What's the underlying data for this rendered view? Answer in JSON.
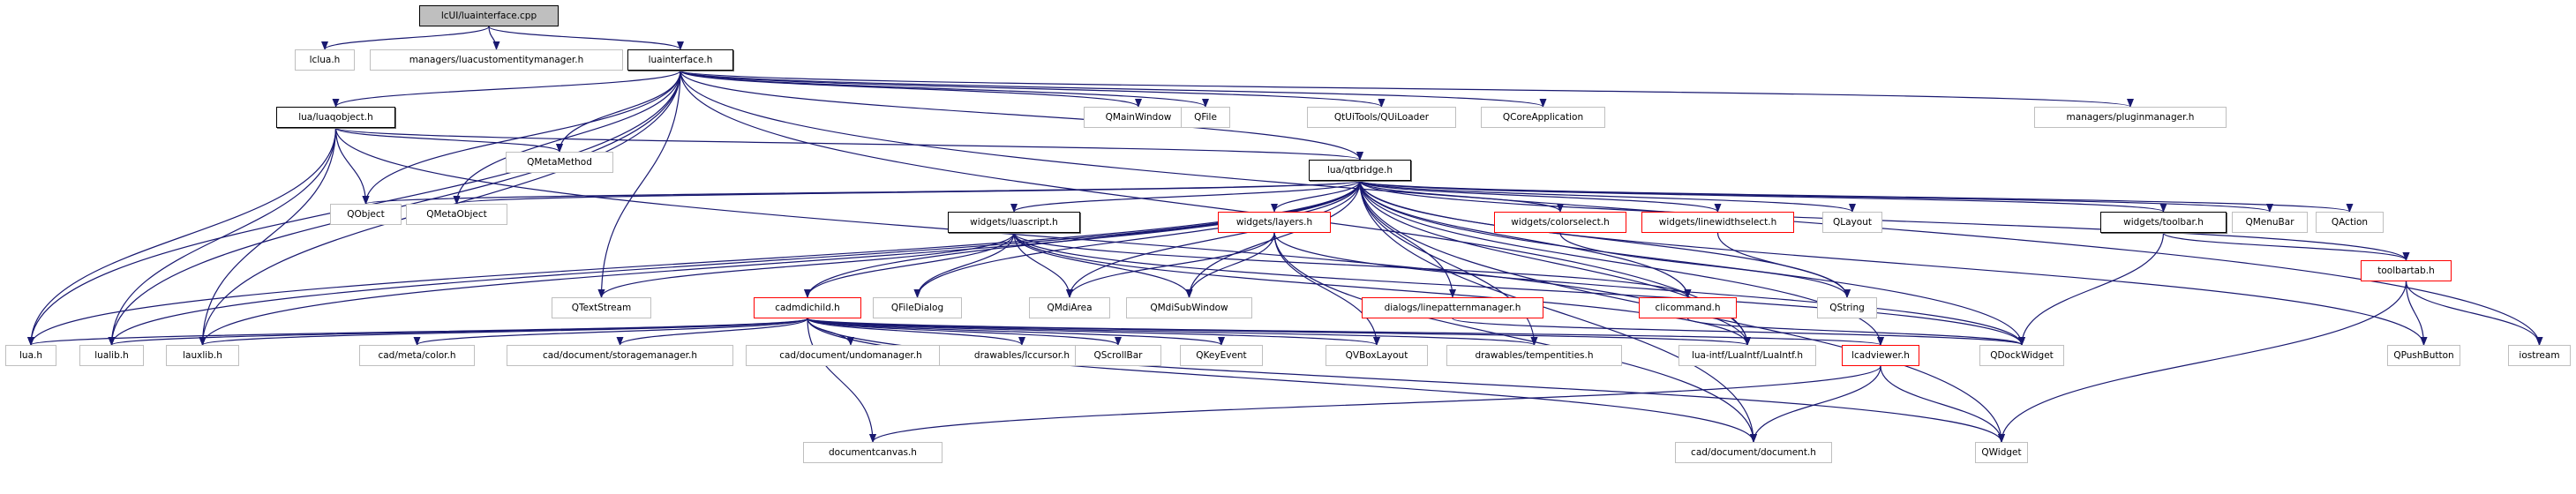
{
  "title": "lcUI/luainterface.cpp include dependency graph",
  "colors": {
    "edge": "#191970",
    "root_fill": "#bfbfbf",
    "documented_border": "#000000",
    "truncated_border": "#ff0000",
    "external_border": "#bfbfbf"
  },
  "nodes": [
    {
      "id": "root",
      "label": "lcUI/luainterface.cpp",
      "kind": "root"
    },
    {
      "id": "lclua",
      "label": "lclua.h",
      "kind": "external"
    },
    {
      "id": "luacem",
      "label": "managers/luacustomentitymanager.h",
      "kind": "external"
    },
    {
      "id": "luaif",
      "label": "luainterface.h",
      "kind": "documented"
    },
    {
      "id": "luaqobj",
      "label": "lua/luaqobject.h",
      "kind": "documented"
    },
    {
      "id": "qmainwin",
      "label": "QMainWindow",
      "kind": "external"
    },
    {
      "id": "qfile",
      "label": "QFile",
      "kind": "external"
    },
    {
      "id": "quiloader",
      "label": "QtUiTools/QUiLoader",
      "kind": "external"
    },
    {
      "id": "qcoreapp",
      "label": "QCoreApplication",
      "kind": "external"
    },
    {
      "id": "pluginmgr",
      "label": "managers/pluginmanager.h",
      "kind": "external"
    },
    {
      "id": "qmetamethod",
      "label": "QMetaMethod",
      "kind": "external"
    },
    {
      "id": "qtbridge",
      "label": "lua/qtbridge.h",
      "kind": "documented"
    },
    {
      "id": "qobject",
      "label": "QObject",
      "kind": "external"
    },
    {
      "id": "qmetaobject",
      "label": "QMetaObject",
      "kind": "external"
    },
    {
      "id": "luascript",
      "label": "widgets/luascript.h",
      "kind": "documented"
    },
    {
      "id": "layers",
      "label": "widgets/layers.h",
      "kind": "truncated"
    },
    {
      "id": "colorselect",
      "label": "widgets/colorselect.h",
      "kind": "truncated"
    },
    {
      "id": "linewidth",
      "label": "widgets/linewidthselect.h",
      "kind": "truncated"
    },
    {
      "id": "qlayout",
      "label": "QLayout",
      "kind": "external"
    },
    {
      "id": "toolbar",
      "label": "widgets/toolbar.h",
      "kind": "documented"
    },
    {
      "id": "qmenubar",
      "label": "QMenuBar",
      "kind": "external"
    },
    {
      "id": "qaction",
      "label": "QAction",
      "kind": "external"
    },
    {
      "id": "toolbartab",
      "label": "toolbartab.h",
      "kind": "truncated"
    },
    {
      "id": "qtextstream",
      "label": "QTextStream",
      "kind": "external"
    },
    {
      "id": "cadmdichild",
      "label": "cadmdichild.h",
      "kind": "truncated"
    },
    {
      "id": "qfiledialog",
      "label": "QFileDialog",
      "kind": "external"
    },
    {
      "id": "qmdiarea",
      "label": "QMdiArea",
      "kind": "external"
    },
    {
      "id": "qmdisub",
      "label": "QMdiSubWindow",
      "kind": "external"
    },
    {
      "id": "linepattern",
      "label": "dialogs/linepatternmanager.h",
      "kind": "truncated"
    },
    {
      "id": "clicommand",
      "label": "clicommand.h",
      "kind": "truncated"
    },
    {
      "id": "qstring",
      "label": "QString",
      "kind": "external"
    },
    {
      "id": "luah",
      "label": "lua.h",
      "kind": "external"
    },
    {
      "id": "lualib",
      "label": "lualib.h",
      "kind": "external"
    },
    {
      "id": "lauxlib",
      "label": "lauxlib.h",
      "kind": "external"
    },
    {
      "id": "color",
      "label": "cad/meta/color.h",
      "kind": "external"
    },
    {
      "id": "storage",
      "label": "cad/document/storagemanager.h",
      "kind": "external"
    },
    {
      "id": "undo",
      "label": "cad/document/undomanager.h",
      "kind": "external"
    },
    {
      "id": "lccursor",
      "label": "drawables/lccursor.h",
      "kind": "external"
    },
    {
      "id": "qscrollbar",
      "label": "QScrollBar",
      "kind": "external"
    },
    {
      "id": "qkeyevent",
      "label": "QKeyEvent",
      "kind": "external"
    },
    {
      "id": "qvbox",
      "label": "QVBoxLayout",
      "kind": "external"
    },
    {
      "id": "tempent",
      "label": "drawables/tempentities.h",
      "kind": "external"
    },
    {
      "id": "luaintf",
      "label": "lua-intf/LuaIntf/LuaIntf.h",
      "kind": "external"
    },
    {
      "id": "lcadviewer",
      "label": "lcadviewer.h",
      "kind": "truncated"
    },
    {
      "id": "qdockwidget",
      "label": "QDockWidget",
      "kind": "external"
    },
    {
      "id": "qpushbutton",
      "label": "QPushButton",
      "kind": "external"
    },
    {
      "id": "iostream",
      "label": "iostream",
      "kind": "external"
    },
    {
      "id": "doccanvas",
      "label": "documentcanvas.h",
      "kind": "external"
    },
    {
      "id": "document",
      "label": "cad/document/document.h",
      "kind": "external"
    },
    {
      "id": "qwidget",
      "label": "QWidget",
      "kind": "external"
    }
  ],
  "edges": [
    [
      "root",
      "lclua"
    ],
    [
      "root",
      "luacem"
    ],
    [
      "root",
      "luaif"
    ],
    [
      "luaif",
      "luaqobj"
    ],
    [
      "luaif",
      "qmainwin"
    ],
    [
      "luaif",
      "qfile"
    ],
    [
      "luaif",
      "quiloader"
    ],
    [
      "luaif",
      "qcoreapp"
    ],
    [
      "luaif",
      "pluginmgr"
    ],
    [
      "luaif",
      "qtbridge"
    ],
    [
      "luaif",
      "qmetamethod"
    ],
    [
      "luaif",
      "qobject"
    ],
    [
      "luaif",
      "qmetaobject"
    ],
    [
      "luaif",
      "qtextstream"
    ],
    [
      "luaif",
      "luah"
    ],
    [
      "luaif",
      "lualib"
    ],
    [
      "luaif",
      "lauxlib"
    ],
    [
      "luaif",
      "luaintf"
    ],
    [
      "luaif",
      "iostream"
    ],
    [
      "luaqobj",
      "qmetamethod"
    ],
    [
      "luaqobj",
      "qobject"
    ],
    [
      "luaqobj",
      "qtbridge"
    ],
    [
      "luaqobj",
      "luah"
    ],
    [
      "luaqobj",
      "lualib"
    ],
    [
      "luaqobj",
      "lauxlib"
    ],
    [
      "luaqobj",
      "luaintf"
    ],
    [
      "qtbridge",
      "qobject"
    ],
    [
      "qtbridge",
      "qmetaobject"
    ],
    [
      "qtbridge",
      "luascript"
    ],
    [
      "qtbridge",
      "layers"
    ],
    [
      "qtbridge",
      "colorselect"
    ],
    [
      "qtbridge",
      "linewidth"
    ],
    [
      "qtbridge",
      "qlayout"
    ],
    [
      "qtbridge",
      "toolbar"
    ],
    [
      "qtbridge",
      "qmenubar"
    ],
    [
      "qtbridge",
      "qaction"
    ],
    [
      "qtbridge",
      "toolbartab"
    ],
    [
      "qtbridge",
      "cadmdichild"
    ],
    [
      "qtbridge",
      "qfiledialog"
    ],
    [
      "qtbridge",
      "qmdiarea"
    ],
    [
      "qtbridge",
      "qmdisub"
    ],
    [
      "qtbridge",
      "linepattern"
    ],
    [
      "qtbridge",
      "clicommand"
    ],
    [
      "qtbridge",
      "qstring"
    ],
    [
      "qtbridge",
      "luah"
    ],
    [
      "qtbridge",
      "lualib"
    ],
    [
      "qtbridge",
      "lauxlib"
    ],
    [
      "qtbridge",
      "luaintf"
    ],
    [
      "qtbridge",
      "lcadviewer"
    ],
    [
      "qtbridge",
      "qdockwidget"
    ],
    [
      "qtbridge",
      "qpushbutton"
    ],
    [
      "qtbridge",
      "qwidget"
    ],
    [
      "qtbridge",
      "tempent"
    ],
    [
      "qtbridge",
      "document"
    ],
    [
      "luascript",
      "qtextstream"
    ],
    [
      "luascript",
      "cadmdichild"
    ],
    [
      "luascript",
      "qfiledialog"
    ],
    [
      "luascript",
      "qmdiarea"
    ],
    [
      "luascript",
      "qmdisub"
    ],
    [
      "luascript",
      "clicommand"
    ],
    [
      "luascript",
      "qdockwidget"
    ],
    [
      "luascript",
      "luaintf"
    ],
    [
      "layers",
      "qmdiarea"
    ],
    [
      "layers",
      "qmdisub"
    ],
    [
      "layers",
      "qdockwidget"
    ],
    [
      "layers",
      "qvbox"
    ],
    [
      "layers",
      "document"
    ],
    [
      "colorselect",
      "qstring"
    ],
    [
      "linewidth",
      "qstring"
    ],
    [
      "toolbar",
      "qdockwidget"
    ],
    [
      "toolbar",
      "toolbartab"
    ],
    [
      "toolbartab",
      "qpushbutton"
    ],
    [
      "toolbartab",
      "iostream"
    ],
    [
      "toolbartab",
      "qwidget"
    ],
    [
      "cadmdichild",
      "luah"
    ],
    [
      "cadmdichild",
      "lualib"
    ],
    [
      "cadmdichild",
      "lauxlib"
    ],
    [
      "cadmdichild",
      "color"
    ],
    [
      "cadmdichild",
      "storage"
    ],
    [
      "cadmdichild",
      "undo"
    ],
    [
      "cadmdichild",
      "lccursor"
    ],
    [
      "cadmdichild",
      "qscrollbar"
    ],
    [
      "cadmdichild",
      "qkeyevent"
    ],
    [
      "cadmdichild",
      "qvbox"
    ],
    [
      "cadmdichild",
      "tempent"
    ],
    [
      "cadmdichild",
      "luaintf"
    ],
    [
      "cadmdichild",
      "lcadviewer"
    ],
    [
      "cadmdichild",
      "doccanvas"
    ],
    [
      "cadmdichild",
      "document"
    ],
    [
      "cadmdichild",
      "qwidget"
    ],
    [
      "linepattern",
      "qdockwidget"
    ],
    [
      "clicommand",
      "qdockwidget"
    ],
    [
      "lcadviewer",
      "doccanvas"
    ],
    [
      "lcadviewer",
      "document"
    ],
    [
      "lcadviewer",
      "qwidget"
    ]
  ]
}
